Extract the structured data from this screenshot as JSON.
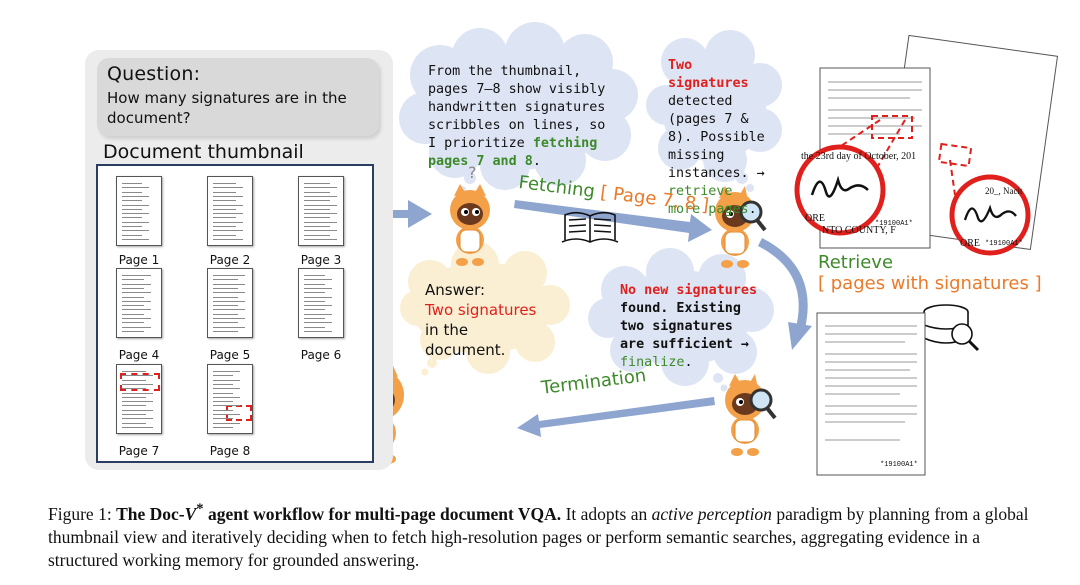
{
  "question": {
    "label": "Question:",
    "text": "How many signatures are in the document?"
  },
  "thumbnail": {
    "title": "Document thumbnail",
    "pages": [
      "Page 1",
      "Page 2",
      "Page 3",
      "Page 4",
      "Page 5",
      "Page 6",
      "Page 7",
      "Page 8"
    ]
  },
  "thought1": {
    "part1": "From the thumbnail, pages 7–8 show visibly handwritten signatures scribbles on lines, so I prioritize ",
    "highlight": "fetching pages 7 and 8",
    "part2": "."
  },
  "thought2": {
    "highlight": "Two signatures",
    "part1": " detected (pages 7 & 8). Possible missing instances. → ",
    "action": "retrieve more pages",
    "part2": "."
  },
  "thought3": {
    "highlight": "No new signatures",
    "part1": " found. Existing two signatures are sufficient → ",
    "action": "finalize",
    "part2": "."
  },
  "answer": {
    "label": "Answer:",
    "highlight": "Two signatures",
    "rest": " in the document."
  },
  "actions": {
    "fetching_label": "Fetching",
    "fetching_pages": "[ Page 7, 8 ]",
    "retrieve_label": "Retrieve",
    "retrieve_target": "[ pages with signatures ]",
    "termination_label": "Termination"
  },
  "doc_snippets": {
    "date_line": "the 23rd day of October, 201",
    "county": "NTO COUNTY, F",
    "left_word": "ORE",
    "left_word2": "ORE",
    "code": "*19100A1*",
    "code2": "*19100A1*",
    "code3": "*19100A1*",
    "nacit": "20_, Nacit"
  },
  "caption": {
    "prefix": "Figure 1: ",
    "bold_a": "The Doc-",
    "bold_v": "V",
    "bold_star": "*",
    "bold_b": " agent workflow for multi-page document VQA.",
    "t1": " It adopts an ",
    "italic": "active perception",
    "t2": " paradigm by planning from a global thumbnail view and iteratively deciding when to fetch high-resolution pages or perform semantic searches, aggregating evidence in a structured working memory for grounded answering."
  },
  "colors": {
    "arrow": "#8ea6cf",
    "red": "#e0201c",
    "green": "#3d8a2a",
    "orange": "#ea7a2a",
    "cloud_blue": "#dde4f4",
    "cloud_yellow": "#fbefd3"
  }
}
